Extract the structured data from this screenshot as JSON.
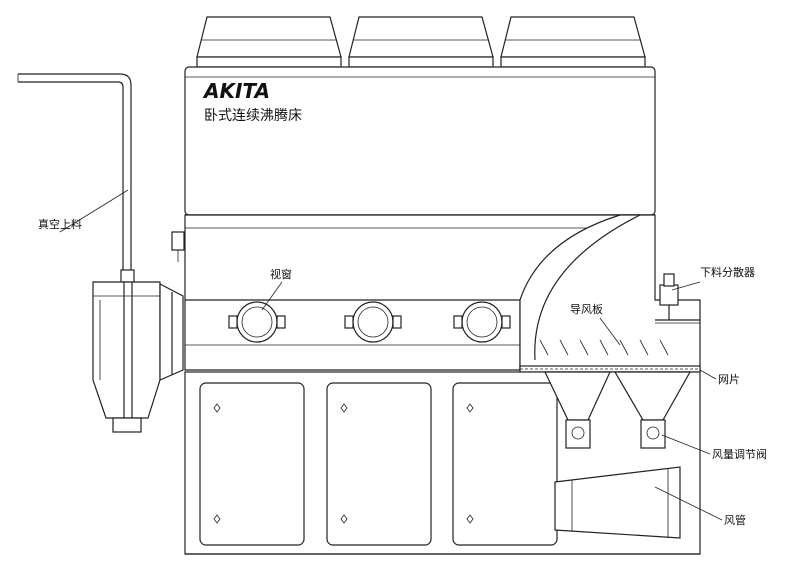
{
  "brand": "AKITA",
  "title": "卧式连续沸腾床",
  "labels": {
    "vacuum_feed": "真空上料",
    "sight_glass": "视窗",
    "feed_disperser": "下料分散器",
    "air_guide_plate": "导风板",
    "mesh": "网片",
    "air_damper": "风量调节阀",
    "air_duct": "风管"
  },
  "colors": {
    "line": "#222222",
    "background": "#ffffff"
  },
  "counts": {
    "roof_hoods": 3,
    "sight_windows": 3,
    "doors": 3,
    "air_guides": 7
  }
}
